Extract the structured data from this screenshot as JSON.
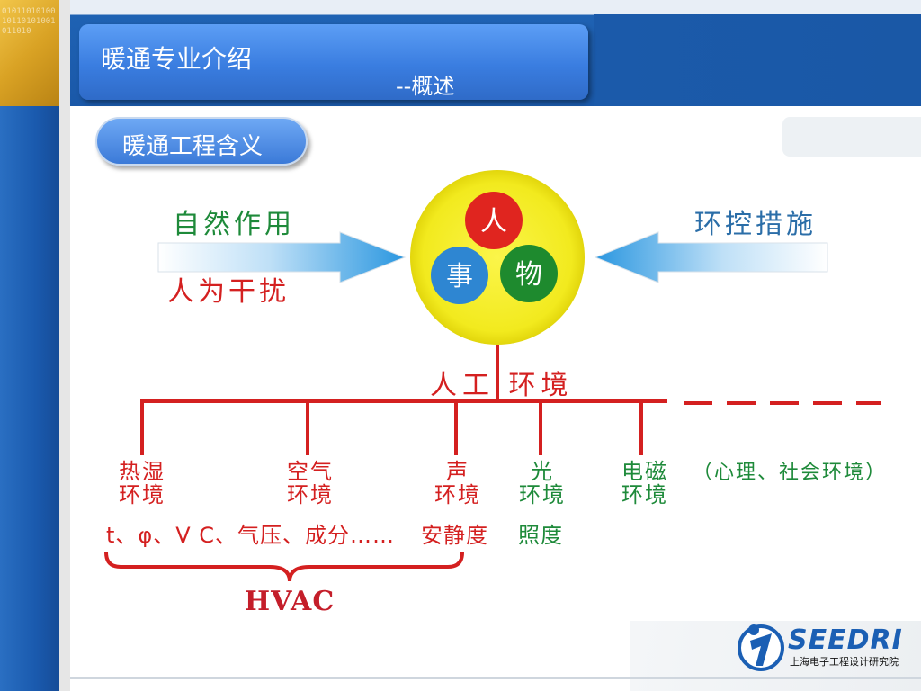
{
  "header": {
    "title": "暖通专业介绍",
    "subtitle": "--概述"
  },
  "section": {
    "label": "暖通工程含义"
  },
  "decoration": {
    "binary_text": "0101101010010110101001011010"
  },
  "diagram": {
    "left_top": "自然作用",
    "left_bottom": "人为干扰",
    "right_top": "环控措施",
    "center_circles": [
      "人",
      "事",
      "物"
    ],
    "trunk_label": "人工 环境",
    "branches": [
      {
        "line1": "热湿",
        "line2": "环境"
      },
      {
        "line1": "空气",
        "line2": "环境"
      },
      {
        "line1": "声",
        "line2": "环境"
      },
      {
        "line1": "光",
        "line2": "环境"
      },
      {
        "line1": "电磁",
        "line2": "环境"
      }
    ],
    "extra": "（心理、社会环境）",
    "params_red": "t、φ、V  C、气压、成分……",
    "params_sound": "安静度",
    "params_light": "照度",
    "hvac_label": "HVAC"
  },
  "logo": {
    "name": "SEEDRI",
    "subtitle": "上海电子工程设计研究院"
  },
  "colors": {
    "red": "#d42020",
    "green": "#1e8a3a",
    "yellow": "#f5ef2a",
    "blue_arrow": "#3fa6e6",
    "header_blue": "#1f62b3"
  }
}
